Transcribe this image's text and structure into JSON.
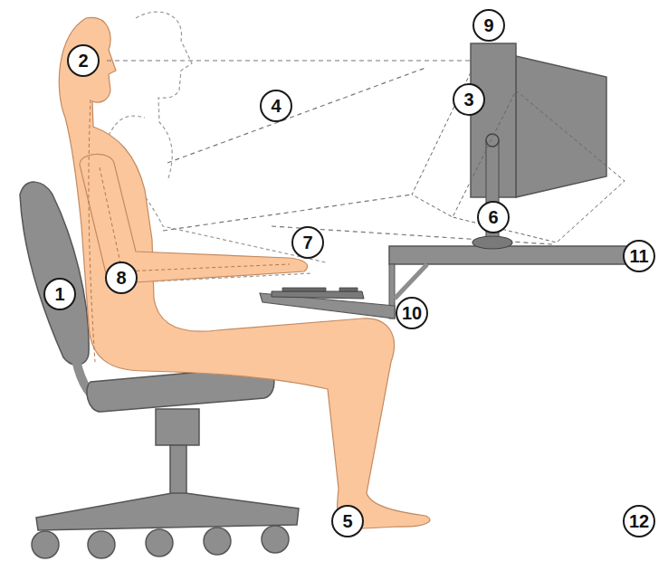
{
  "diagram": {
    "nodes": [
      {
        "text": [
          "9"
        ]
      },
      {
        "text": [
          "2"
        ]
      },
      {
        "text": [
          "3"
        ]
      },
      {
        "text": [
          "4"
        ]
      },
      {
        "text": [
          "6"
        ]
      },
      {
        "text": [
          "7"
        ]
      },
      {
        "text": [
          "11"
        ]
      },
      {
        "text": [
          "8"
        ]
      },
      {
        "text": [
          "1"
        ]
      },
      {
        "text": [
          "10"
        ]
      },
      {
        "text": [
          "5"
        ]
      },
      {
        "text": [
          "12"
        ]
      }
    ]
  }
}
